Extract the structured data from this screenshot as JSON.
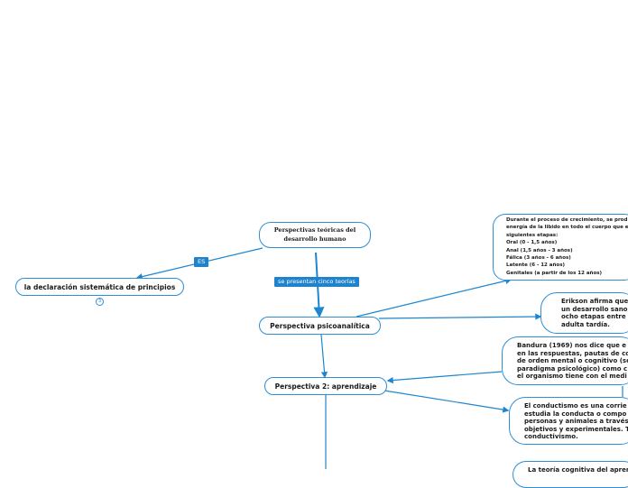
{
  "root": {
    "title_line1": "Perspectivas teóricas del",
    "title_line2": "desarrollo humano"
  },
  "left_node": {
    "text": "la declaración sistemática de principios",
    "badge": "3"
  },
  "edge_labels": {
    "es": "ES",
    "cinco": "se presentan cinco teorías"
  },
  "psico": {
    "label": "Perspectiva psicoanalítica"
  },
  "aprend": {
    "label": "Perspectiva 2: aprendizaje"
  },
  "freud": {
    "lines": [
      "Durante el proceso de crecimiento, se prod",
      "energía de la libido en todo el cuerpo que e",
      "siguientes etapas:",
      "Oral (0 - 1,5 años)",
      "Anal (1,5 años - 3 años)",
      "Fálica (3 años - 6 años)",
      "Latente (6 - 12 años)",
      "Genitales (a partir de los 12 años)"
    ]
  },
  "erikson": {
    "lines": [
      "Erikson afirma que",
      "un desarrollo sano",
      "ocho etapas entre l",
      "adulta tardía."
    ]
  },
  "bandura": {
    "lines": [
      "Bandura (1969) nos dice que e",
      "en las respuestas, pautas de co",
      "de orden mental o cognitivo (se",
      "paradigma psicológico) como c",
      "el organismo tiene con el medi"
    ]
  },
  "conductismo": {
    "lines": [
      "El conductismo es una corrie",
      "estudia la conducta o compo",
      "personas y animales a través",
      "objetivos y experimentales. T",
      "conductivismo."
    ]
  },
  "bottom": {
    "lines": [
      "La teoría cognitiva del aprendi"
    ]
  },
  "colors": {
    "stroke": "#2e8ed6",
    "label_bg": "#1f82cc",
    "edge": "#1e86d0"
  }
}
